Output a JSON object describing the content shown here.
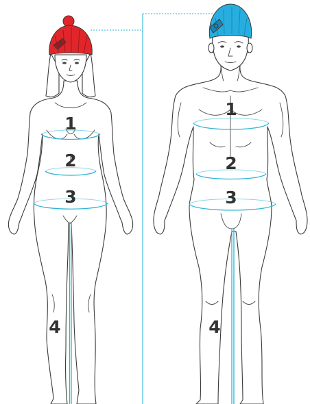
{
  "colors": {
    "measure_line": "#2fb4d6",
    "female_hat": "#e0262b",
    "male_hat": "#27aee0",
    "outline": "#3a3a3a",
    "numbers": "#333333"
  },
  "figures": [
    {
      "id": "female",
      "hat_icon": "beanie-hat-icon",
      "labels": {
        "chest": "1",
        "waist": "2",
        "hips": "3",
        "inseam": "4"
      }
    },
    {
      "id": "male",
      "hat_icon": "beanie-hat-icon",
      "labels": {
        "chest": "1",
        "waist": "2",
        "hips": "3",
        "inseam": "4"
      }
    }
  ]
}
